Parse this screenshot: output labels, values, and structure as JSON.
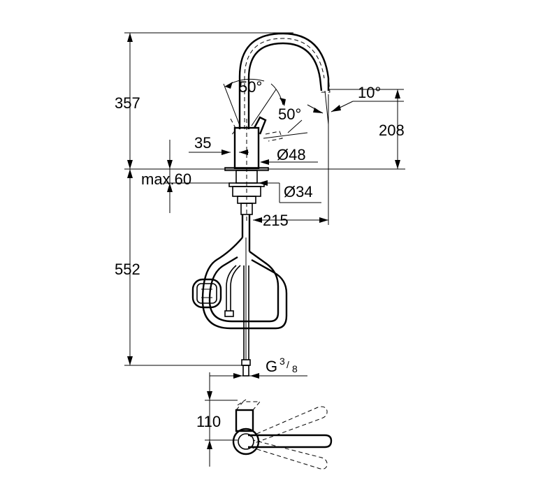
{
  "dimensions": {
    "total_height_above_deck": "357",
    "spout_outlet_height": "208",
    "spout_reach": "215",
    "max_deck_thickness": "max.60",
    "body_diameter": "Ø48",
    "hole_diameter": "Ø34",
    "lever_width": "35",
    "below_deck_length": "552",
    "plan_depth": "110",
    "lever_angle_forward": "50°",
    "lever_angle_back": "50°",
    "spray_tilt_angle": "10°",
    "connection_thread_main": "G",
    "connection_thread_numerator": "3",
    "connection_thread_denominator": "8"
  },
  "colors": {
    "line": "#000000",
    "background": "#ffffff"
  }
}
